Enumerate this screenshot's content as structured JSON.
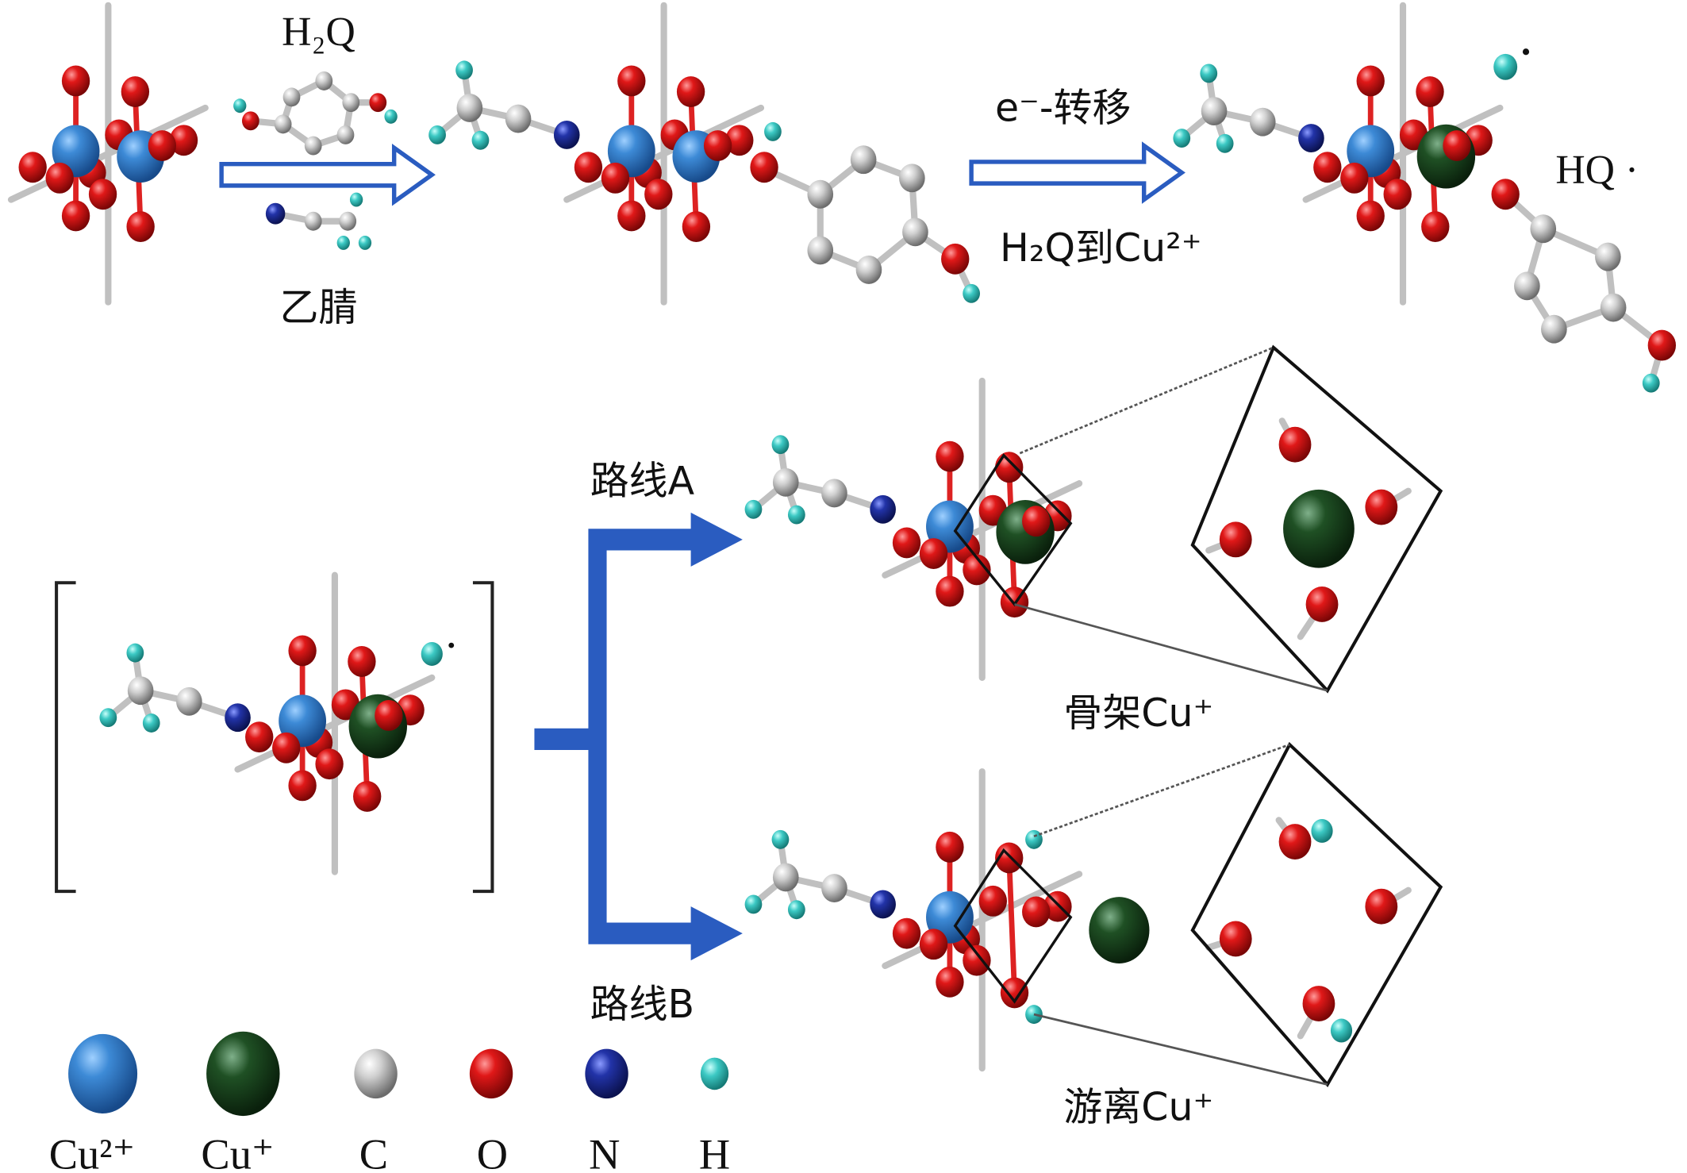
{
  "labels": {
    "reactant_h2q": "H₂Q",
    "reactant_acetonitrile": "乙腈",
    "step_electron_transfer": "e⁻-转移",
    "step_h2q_to_cu": "H₂Q到Cu²⁺",
    "product_hq_radical": "HQ ·",
    "route_a": "路线A",
    "route_b": "路线B",
    "framework_cu": "骨架Cu⁺",
    "free_cu": "游离Cu⁺"
  },
  "legend": [
    {
      "label": "Cu²⁺",
      "color": "#2f7fd0"
    },
    {
      "label": "Cu⁺",
      "color": "#1d4a20"
    },
    {
      "label": "C",
      "color": "#c8c8c8"
    },
    {
      "label": "O",
      "color": "#e01818"
    },
    {
      "label": "N",
      "color": "#1f2fa0"
    },
    {
      "label": "H",
      "color": "#3cc9c4"
    }
  ],
  "colors": {
    "arrow": "#2a5cc0",
    "bond": "#c0c0c0"
  }
}
